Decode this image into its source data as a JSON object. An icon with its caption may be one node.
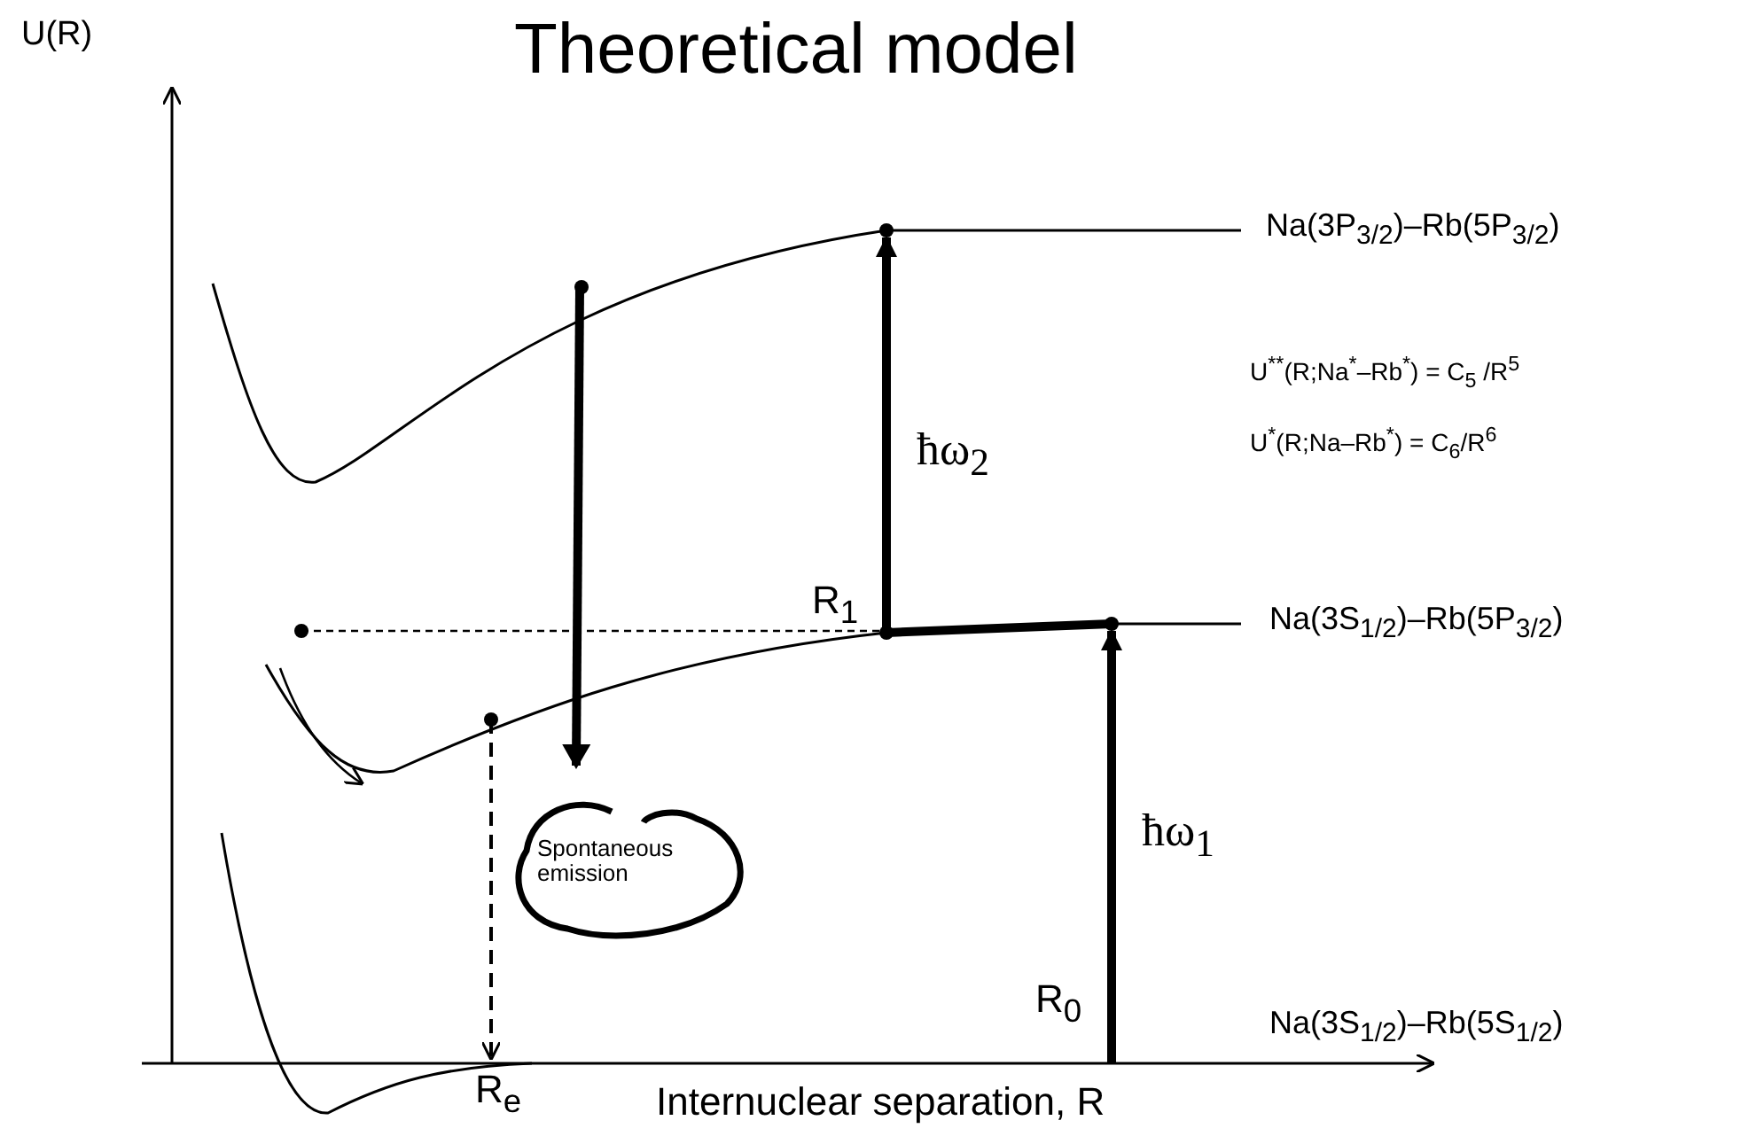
{
  "diagram": {
    "title": "Theoretical model",
    "nodes": [
      {
        "text": [
          "Spontaneous emission"
        ]
      }
    ],
    "edges": [],
    "labels": [
      "U(R)",
      "Na(3P$_{3/2}$)–Rb(5P$_{3/2}$)",
      "U$^{**}$(R;Na$^{*}$–Rb$^{*}$) = C$_{5}$ /R$^{5}$",
      "ħω$_{2}$",
      "U$^{*}$(R;Na–Rb$^{*}$) = C$_{6}$/R$^{6}$",
      "R$_{1}$",
      "Na(3S$_{1/2}$)–Rb(5P$_{3/2}$)",
      "ħω$_{1}$",
      "R$_{0}$",
      "Na(3S$_{1/2}$)–Rb(5S$_{1/2}$)",
      "R$_{e}$",
      "Internuclear separation, R"
    ]
  }
}
